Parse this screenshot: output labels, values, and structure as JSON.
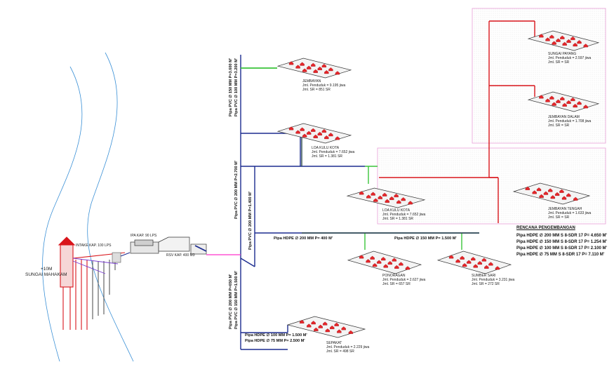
{
  "river": {
    "label": "SUNGAI MAHAKAM",
    "elevation": "+10M"
  },
  "intake": {
    "label": "INTAKE KAP. 100 LPS"
  },
  "ipa": {
    "label": "IPA KAP. 90 LPS"
  },
  "rsv": {
    "label": "RSV KAP. 400 M3"
  },
  "pipes": {
    "v1a": "Pipa PVC ∅ 150 MM P=3.600 M'",
    "v1b": "Pipa PVC ∅ 100 MM P=3.200 M'",
    "v2": "Pipa PVC ∅ 200 MM P=2.700 M'",
    "v3": "Pipa PVC ∅ 200 MM P=1.400 M'",
    "v4a": "Pipa PVC ∅ 200 MM P=650 M'",
    "v4b": "Pipa PVC ∅ 150 MM P=1.500 M'",
    "h1": "Pipa HDPE ∅ 200 MM P= 400 M'",
    "h2": "Pipa HDPE ∅ 150 MM P= 1.500 M'",
    "s1": "Pipa HDPE ∅ 100 MM P= 1.500 M'",
    "s2": "Pipa HDPE ∅ 75 MM  P= 2.500 M'"
  },
  "villages": [
    {
      "name": "JEMBAYAN",
      "pop": "Jml. Penduduk = 9.195 jiwa",
      "sr": "Jml. SR       =   851 SR"
    },
    {
      "name": "LOA KULU KOTA",
      "pop": "Jml. Penduduk = 7.652 jiwa",
      "sr": "Jml. SR       =  1.381 SR"
    },
    {
      "name": "LOA KULU KOTA",
      "pop": "Jml. Penduduk = 7.652 jiwa",
      "sr": "Jml. SR       =  1.381 SR"
    },
    {
      "name": "PONORAGAN",
      "pop": "Jml. Penduduk = 2.627 jiwa",
      "sr": "Jml. SR       =   657 SR"
    },
    {
      "name": "SUMBER SARI",
      "pop": "Jml. Penduduk = 3.231 jiwa",
      "sr": "Jml. SR       =   272 SR"
    },
    {
      "name": "SEPAKAT",
      "pop": "Jml. Penduduk = 2.229 jiwa",
      "sr": "Jml. SR       =   498 SR"
    },
    {
      "name": "SUNGAI PAYANG",
      "pop": "Jml. Penduduk = 2.597 jiwa",
      "sr": "Jml. SR       =       SR"
    },
    {
      "name": "JEMBAYAN DALAM",
      "pop": "Jml. Penduduk = 1.708 jiwa",
      "sr": "Jml. SR       =       SR"
    },
    {
      "name": "JEMBAYAN TENGAH",
      "pop": "Jml. Penduduk = 1.633 jiwa",
      "sr": "Jml. SR       =       SR"
    }
  ],
  "plan": {
    "title": "RENCANA PENGEMBANGAN",
    "lines": [
      "Pipa HDPE ∅ 200 MM S 8-SDR 17 P= 4.650 M'",
      "Pipa HDPE ∅ 150 MM S 8-SDR 17 P= 1.254 M'",
      "Pipa HDPE ∅ 100 MM S 8-SDR 17 P= 2.100 M'",
      "Pipa HDPE ∅ 75 MM   S 8-SDR 17 P= 7.110 M'"
    ]
  },
  "colors": {
    "main": "#1b2b8f",
    "branch": "#3ac43a",
    "dark": "#2c4a4a",
    "plan": "#d9151b",
    "zone": "#e8a0d8",
    "house": "#e4262a",
    "river": "#3a90d6",
    "pink": "#ff33cc"
  }
}
